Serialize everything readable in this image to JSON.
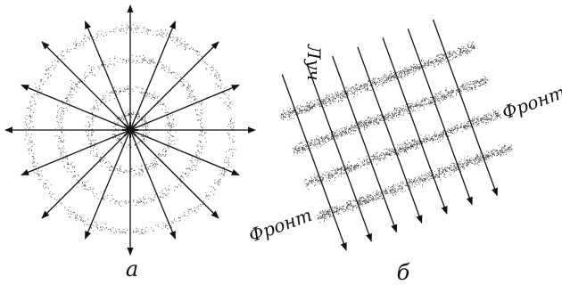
{
  "labels": {
    "panel_a": "а",
    "panel_b": "б",
    "ray": "Луч",
    "front_top": "Фронт",
    "front_bottom": "Фронт"
  },
  "colors": {
    "ink": "#111111",
    "stipple": "#222222"
  }
}
